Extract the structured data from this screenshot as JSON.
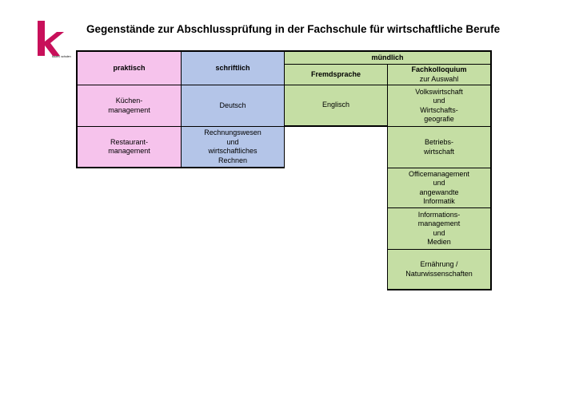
{
  "logo": {
    "main_letter": "k",
    "small_text": "kaufm. schulen"
  },
  "title": "Gegenstände zur Abschlussprüfung in der Fachschule für wirtschaftliche Berufe",
  "colors": {
    "pink": "#f6c3ec",
    "blue": "#b4c5e8",
    "green": "#c5dea4",
    "logo": "#c8105a"
  },
  "header": {
    "praktisch": "praktisch",
    "schriftlich": "schriftlich",
    "muendlich": "mündlich",
    "fremdsprache": "Fremdsprache",
    "fachkolloquium": "Fachkolloquium",
    "zur_auswahl": "zur Auswahl"
  },
  "praktisch": [
    [
      "Küchen-",
      "management"
    ],
    [
      "Restaurant-",
      "management"
    ]
  ],
  "schriftlich": [
    [
      "Deutsch"
    ],
    [
      "Rechnungswesen",
      "und",
      "wirtschaftliches",
      "Rechnen"
    ]
  ],
  "fremdsprache": [
    [
      "Englisch"
    ]
  ],
  "fachkolloquium": [
    [
      "Volkswirtschaft",
      "und",
      "Wirtschafts-",
      "geografie"
    ],
    [
      "Betriebs-",
      "wirtschaft"
    ],
    [
      "Officemanagement",
      "und",
      "angewandte",
      "Informatik"
    ],
    [
      "Informations-",
      "management",
      "und",
      "Medien"
    ],
    [
      "Ernährung /",
      "Naturwissenschaften"
    ]
  ]
}
